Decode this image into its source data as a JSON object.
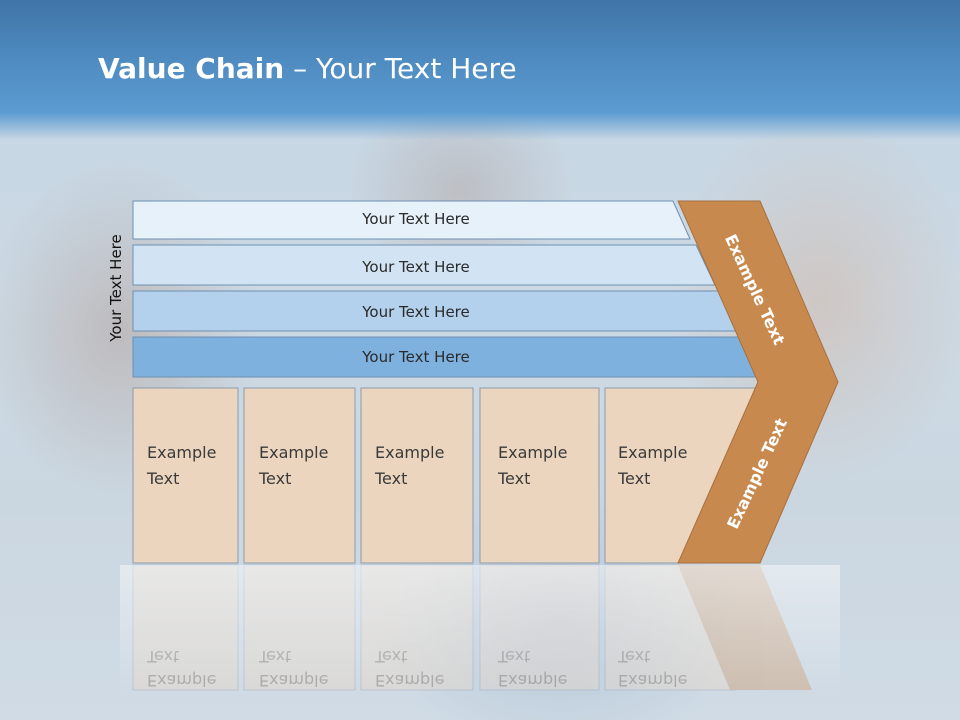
{
  "slide": {
    "title_bold": "Value Chain",
    "title_rest": " – Your Text Here",
    "side_label": "Your Text Here"
  },
  "rows": [
    {
      "label": "Your Text Here",
      "color": "#e6f1f9"
    },
    {
      "label": "Your Text Here",
      "color": "#d2e4f3"
    },
    {
      "label": "Your Text Here",
      "color": "#b3d1ec"
    },
    {
      "label": "Your Text Here",
      "color": "#7eb1de"
    }
  ],
  "activities": [
    {
      "line1": "Example",
      "line2": "Text"
    },
    {
      "line1": "Example",
      "line2": "Text"
    },
    {
      "line1": "Example",
      "line2": "Text"
    },
    {
      "line1": "Example",
      "line2": "Text"
    },
    {
      "line1": "Example",
      "line2": "Text"
    }
  ],
  "chevron": {
    "upper_label": "Example Text",
    "lower_label": "Example Text",
    "color": "#c8894f"
  },
  "colors": {
    "cell_fill": "#ecd5bf",
    "title_band": "#4f8cc2"
  }
}
